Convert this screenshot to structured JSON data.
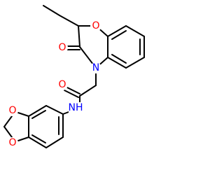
{
  "structure": {
    "atoms": {
      "o_ring_ether": {
        "text": "O",
        "color": "#ff0000"
      },
      "o_ring_carbonyl": {
        "text": "O",
        "color": "#ff0000"
      },
      "n_ring": {
        "text": "N",
        "color": "#0000ff"
      },
      "o_amide": {
        "text": "O",
        "color": "#ff0000"
      },
      "nh_amide": {
        "text": "NH",
        "color": "#0000ff"
      },
      "o_dioxole_top": {
        "text": "O",
        "color": "#ff0000"
      },
      "o_dioxole_bottom": {
        "text": "O",
        "color": "#ff0000"
      }
    }
  }
}
